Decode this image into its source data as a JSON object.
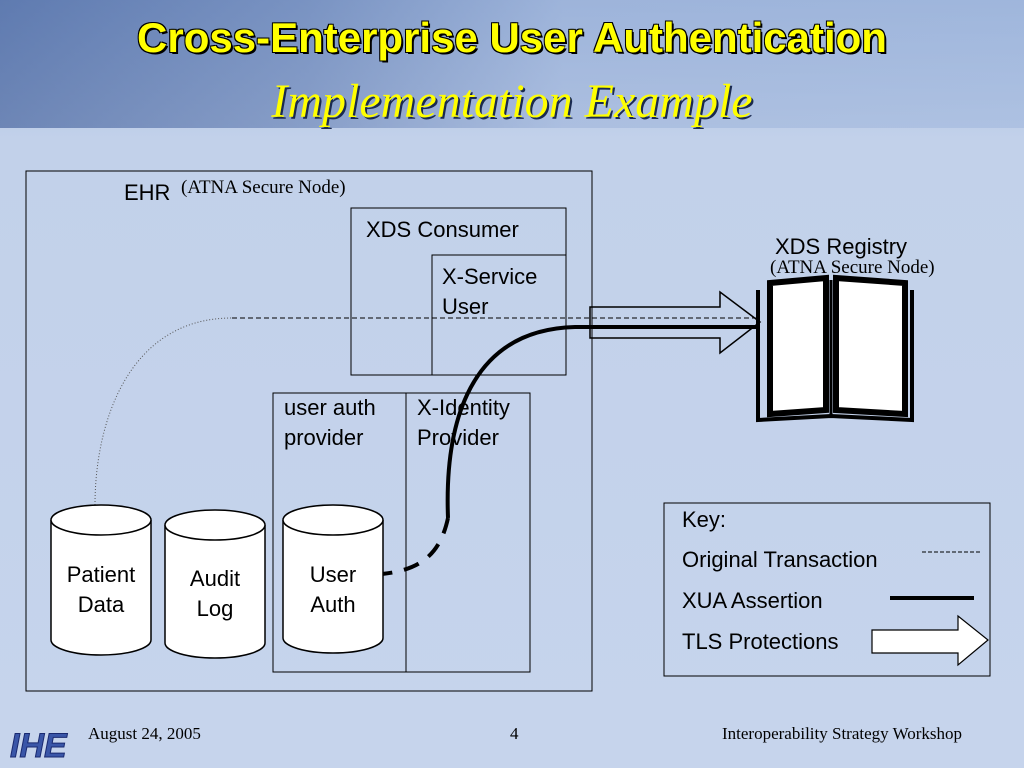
{
  "title": {
    "line1": "Cross-Enterprise User Authentication",
    "line2": "Implementation Example"
  },
  "diagram": {
    "ehr": {
      "label": "EHR",
      "sublabel": "(ATNA Secure Node)"
    },
    "xds_consumer": {
      "label": "XDS Consumer"
    },
    "x_service_user": {
      "label_line1": "X-Service",
      "label_line2": "User"
    },
    "user_auth_provider": {
      "label_line1": "user auth",
      "label_line2": "provider"
    },
    "x_identity_provider": {
      "label_line1": "X-Identity",
      "label_line2": "Provider"
    },
    "xds_registry": {
      "label": "XDS Registry",
      "sublabel": "(ATNA Secure Node)",
      "icon": "book-icon"
    },
    "databases": [
      {
        "line1": "Patient",
        "line2": "Data"
      },
      {
        "line1": "Audit",
        "line2": "Log"
      },
      {
        "line1": "User",
        "line2": "Auth"
      }
    ]
  },
  "key": {
    "heading": "Key:",
    "items": [
      {
        "label": "Original Transaction",
        "symbol": "dashed-line"
      },
      {
        "label": "XUA Assertion",
        "symbol": "thick-line"
      },
      {
        "label": "TLS Protections",
        "symbol": "hollow-arrow"
      }
    ]
  },
  "footer": {
    "date": "August 24, 2005",
    "page": "4",
    "event": "Interoperability Strategy Workshop",
    "logo": "IHE"
  },
  "colors": {
    "title": "#ffff00",
    "background": "#c6d4ec",
    "header": "#2a4a8c"
  }
}
